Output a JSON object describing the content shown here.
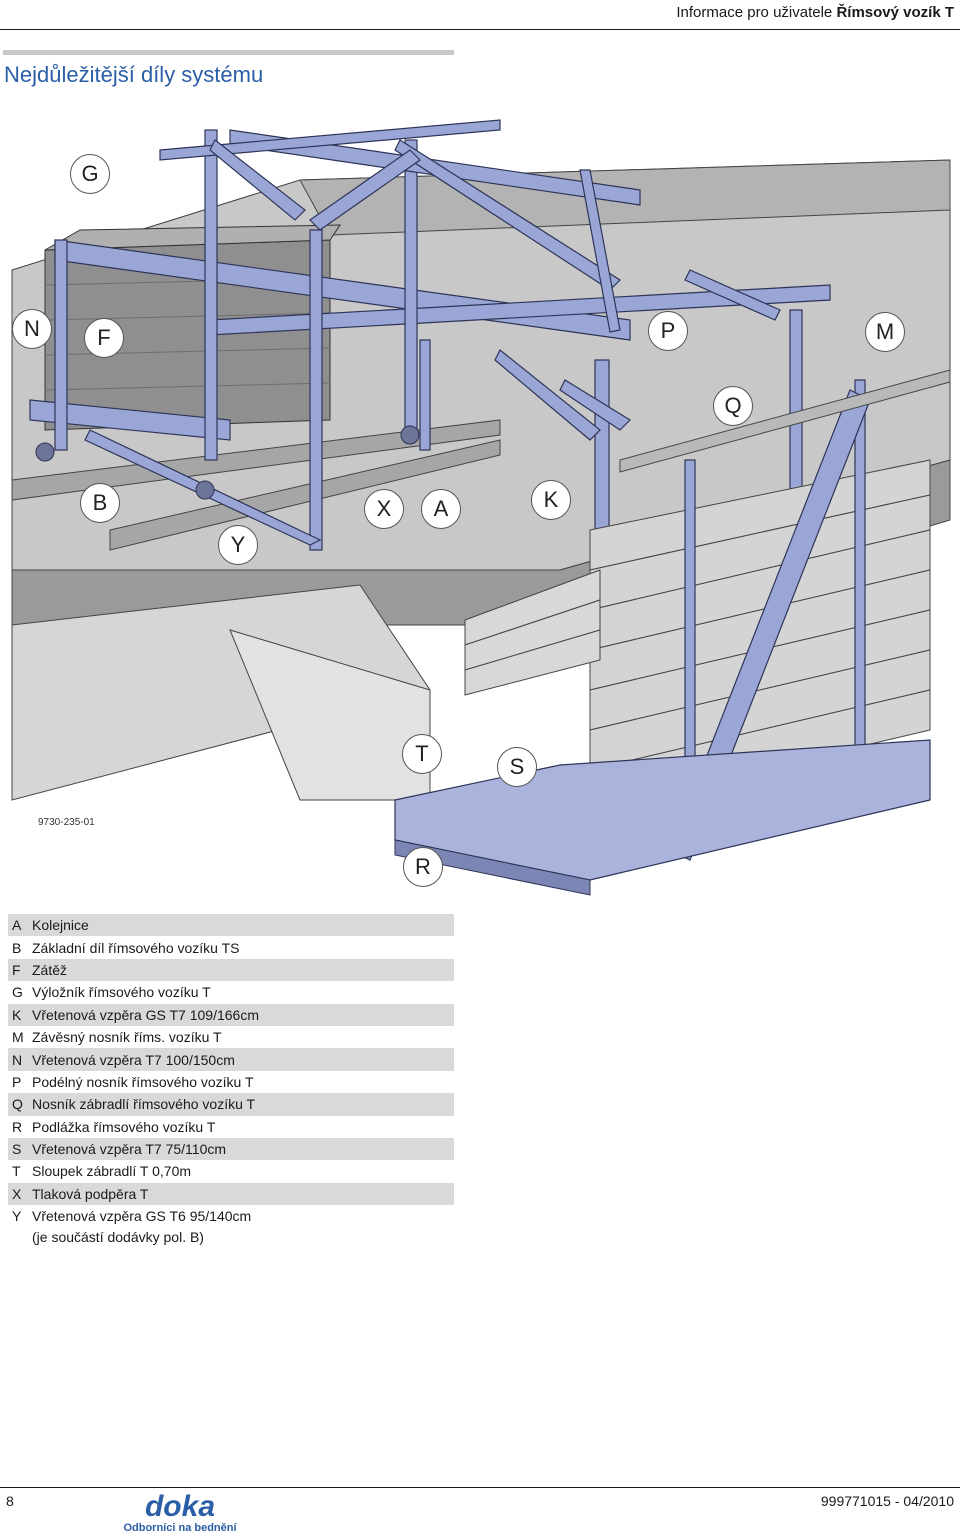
{
  "header": {
    "prefix": "Informace pro uživatele",
    "title": "Římsový vozík T"
  },
  "page_title": "Nejdůležitější díly systému",
  "figure": {
    "code": "9730-235-01",
    "callouts": [
      "G",
      "N",
      "F",
      "P",
      "M",
      "Q",
      "B",
      "X",
      "A",
      "K",
      "Y",
      "T",
      "S",
      "R"
    ]
  },
  "legend": [
    {
      "key": "A",
      "desc": "Kolejnice"
    },
    {
      "key": "B",
      "desc": "Základní díl římsového vozíku TS"
    },
    {
      "key": "F",
      "desc": "Zátěž"
    },
    {
      "key": "G",
      "desc": "Výložník římsového vozíku T"
    },
    {
      "key": "K",
      "desc": "Vřetenová vzpěra GS T7 109/166cm"
    },
    {
      "key": "M",
      "desc": "Závěsný nosník říms. vozíku T"
    },
    {
      "key": "N",
      "desc": "Vřetenová vzpěra T7 100/150cm"
    },
    {
      "key": "P",
      "desc": "Podélný nosník římsového vozíku T"
    },
    {
      "key": "Q",
      "desc": "Nosník zábradlí římsového vozíku T"
    },
    {
      "key": "R",
      "desc": "Podlážka římsového vozíku T"
    },
    {
      "key": "S",
      "desc": "Vřetenová vzpěra T7 75/110cm"
    },
    {
      "key": "T",
      "desc": "Sloupek zábradlí T 0,70m"
    },
    {
      "key": "X",
      "desc": "Tlaková podpěra T"
    },
    {
      "key": "Y",
      "desc": "Vřetenová vzpěra GS T6 95/140cm"
    }
  ],
  "legend_continuation": "(je součástí dodávky pol. B)",
  "footer": {
    "page_number": "8",
    "doc_number": "999771015 - 04/2010",
    "logo_text": "doka",
    "logo_slogan": "Odborníci na bednění"
  },
  "colors": {
    "accent": "#2a5fa8",
    "steel": "#9aa7d6",
    "concrete": "#c4c4c4",
    "shade": "#d9d9d9"
  }
}
